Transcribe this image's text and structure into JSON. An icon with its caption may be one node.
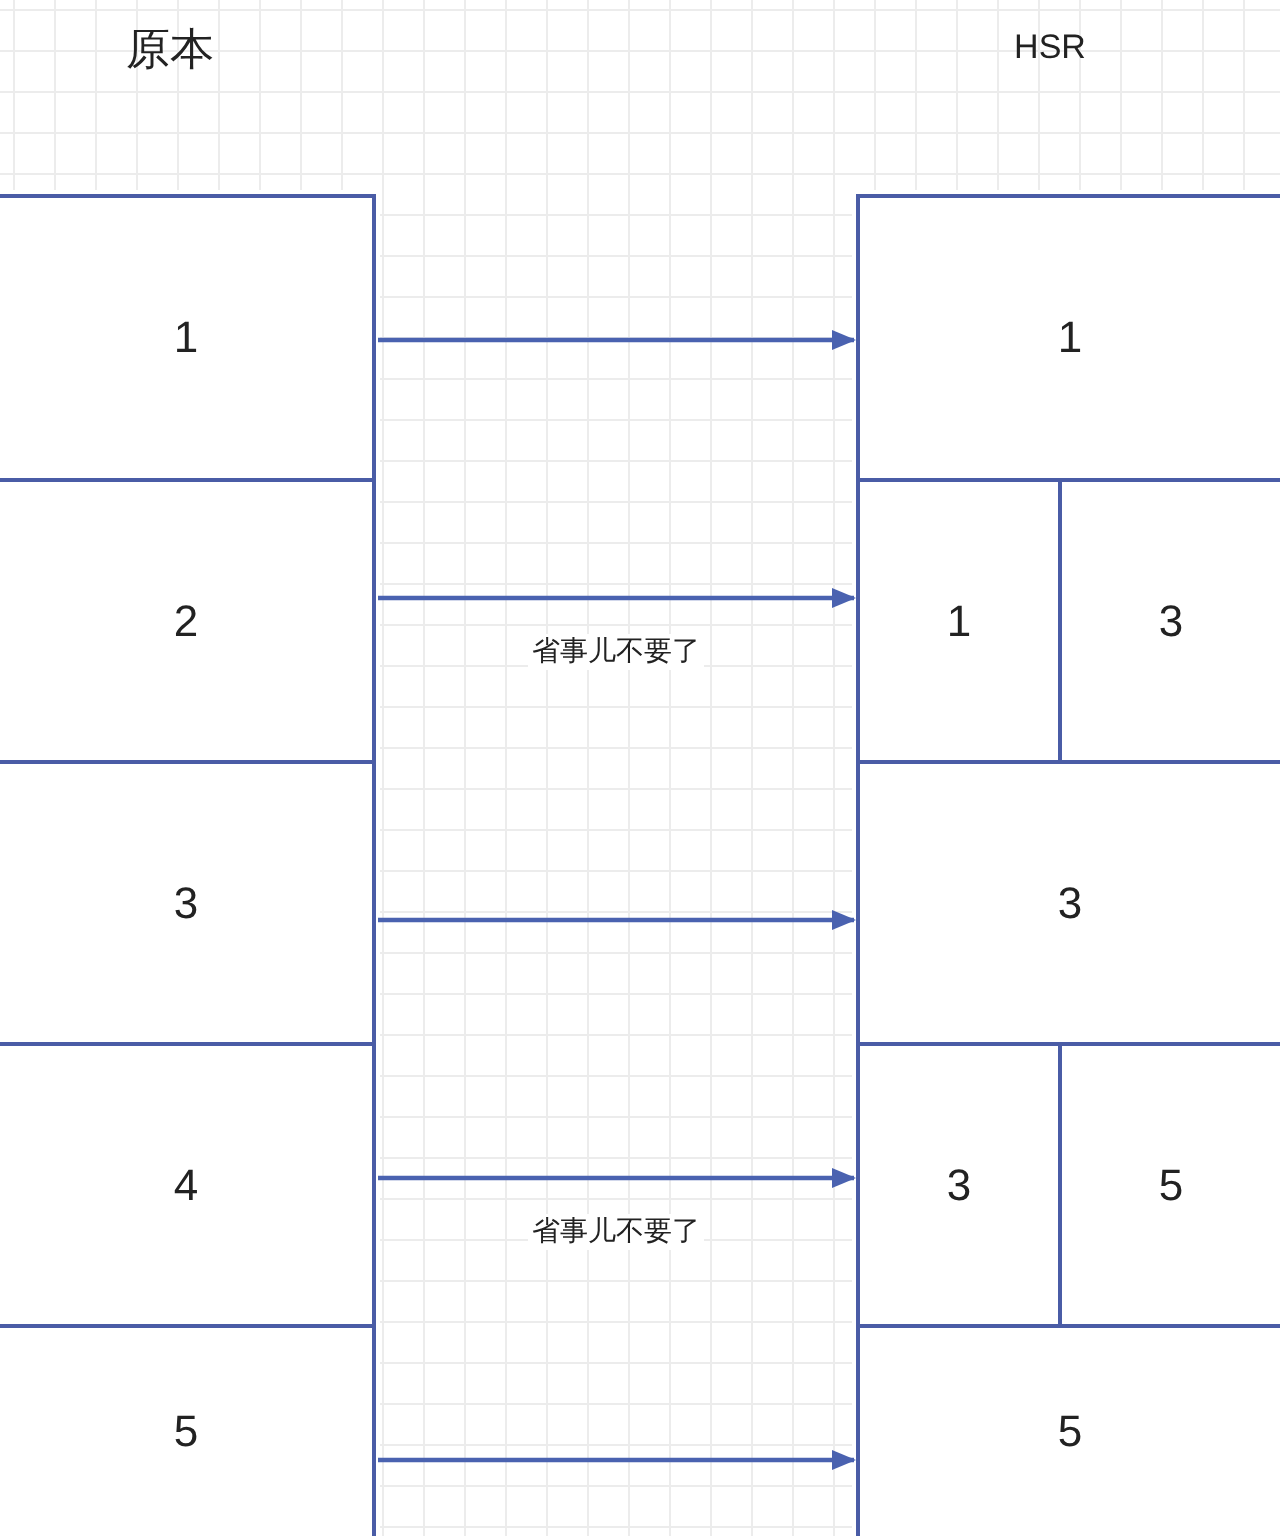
{
  "diagram": {
    "nodes": [
      {
        "text": [
          "1"
        ]
      },
      {
        "text": [
          "2"
        ]
      },
      {
        "text": [
          "3"
        ]
      },
      {
        "text": [
          "4"
        ]
      },
      {
        "text": [
          "5"
        ]
      },
      {
        "text": [
          "1"
        ]
      },
      {
        "text": [],
        "shape": "box"
      },
      {
        "text": [
          "1"
        ],
        "in": 6
      },
      {
        "text": [
          "3"
        ],
        "in": 6
      },
      {
        "text": [
          "3"
        ]
      },
      {
        "text": [],
        "shape": "box"
      },
      {
        "text": [
          "3"
        ],
        "in": 10
      },
      {
        "text": [
          "5"
        ],
        "in": 10
      },
      {
        "text": [
          "5"
        ]
      }
    ],
    "edges": [
      {
        "from": 0,
        "to": 5,
        "arrow": "to"
      },
      {
        "from": 1,
        "to": 6,
        "arrow": "to",
        "label": "省事儿不要了"
      },
      {
        "from": 2,
        "to": 9,
        "arrow": "to"
      },
      {
        "from": 3,
        "to": 10,
        "arrow": "to",
        "label": "省事儿不要了"
      },
      {
        "from": 4,
        "to": 13,
        "arrow": "to"
      }
    ],
    "labels": [
      "原本",
      "HSR"
    ]
  }
}
